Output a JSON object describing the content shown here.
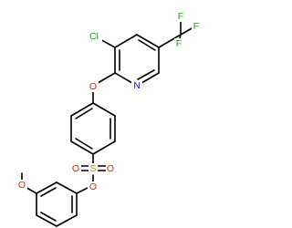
{
  "atoms": {
    "cl": "Cl",
    "f_top": "F",
    "f_right": "F",
    "f_lower": "F",
    "n_pyridine": "N",
    "o_ether": "O",
    "s": "S",
    "o_sulfonyl_left": "O",
    "o_sulfonyl_right": "O",
    "o_ester": "O",
    "o_methoxy": "O"
  },
  "colors": {
    "bond": "#000000",
    "chlorine": "#1ea21e",
    "fluorine": "#1ea21e",
    "nitrogen": "#1e1ee6",
    "oxygen": "#e61e1e",
    "sulfur": "#b4a000"
  }
}
